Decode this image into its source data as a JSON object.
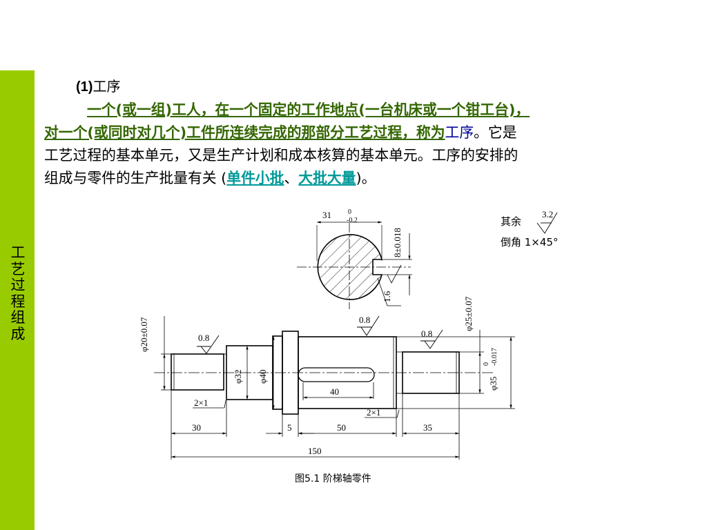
{
  "sidebar": {
    "title": "工艺过程组成",
    "bg_color": "#99cc00"
  },
  "heading": {
    "number": "(1)",
    "title": "工序"
  },
  "paragraph": {
    "definition_line1": "一个(或一组)工人，在一个固定的工作地点(一台机床或一个钳工台)，",
    "definition_line2": "对一个(或同时对几个)工件所连续完成的那部分工艺过程，称为",
    "term": "工序",
    "line2_tail": "。它是",
    "line3": "工艺过程的基本单元，又是生产计划和成本核算的基本单元。工序的安排的",
    "line4_head": "组成与零件的生产批量有关 (",
    "link_single": "单件小批",
    "sep": "、",
    "link_mass": "大批大量",
    "line4_tail": ")。"
  },
  "figure": {
    "caption": "图5.1 阶梯轴零件",
    "note_rest": "其余",
    "note_rest_roughness": "3.2",
    "note_chamfer": "倒角 1×45°",
    "dims": {
      "keyway_width_base": "31",
      "keyway_width_tol_upper": "0",
      "keyway_width_tol_lower": "-0.2",
      "key_slot": "8±0.018",
      "roughness_slot": "1.6",
      "d20": "φ20±0.07",
      "d32": "φ32",
      "d40": "φ40",
      "d25": "φ25±0.07",
      "d35_base": "φ35",
      "d35_tol_upper": "0",
      "d35_tol_lower": "-0.017",
      "roughness_left": "0.8",
      "roughness_mid": "0.8",
      "roughness_right": "0.8",
      "groove_left": "2×1",
      "groove_right": "2×1",
      "len_30": "30",
      "len_5": "5",
      "len_50": "50",
      "len_35": "35",
      "len_40": "40",
      "len_150": "150"
    }
  }
}
